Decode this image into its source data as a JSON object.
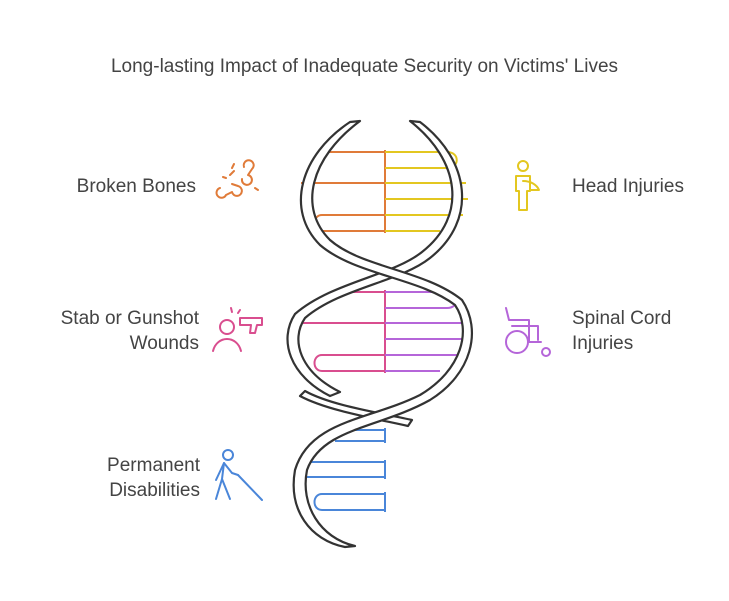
{
  "title": "Long-lasting Impact of Inadequate Security on Victims' Lives",
  "items": [
    {
      "label_lines": [
        "Broken Bones"
      ],
      "icon": "broken-bone-icon",
      "color": "#e07b39"
    },
    {
      "label_lines": [
        "Head Injuries"
      ],
      "icon": "head-injury-icon",
      "color": "#e3c720"
    },
    {
      "label_lines": [
        "Stab or Gunshot",
        "Wounds"
      ],
      "icon": "gunshot-icon",
      "color": "#d94e8f"
    },
    {
      "label_lines": [
        "Spinal Cord",
        "Injuries"
      ],
      "icon": "wheelchair-icon",
      "color": "#b565d9"
    },
    {
      "label_lines": [
        "Permanent",
        "Disabilities"
      ],
      "icon": "blind-person-icon",
      "color": "#4a86d9"
    }
  ]
}
